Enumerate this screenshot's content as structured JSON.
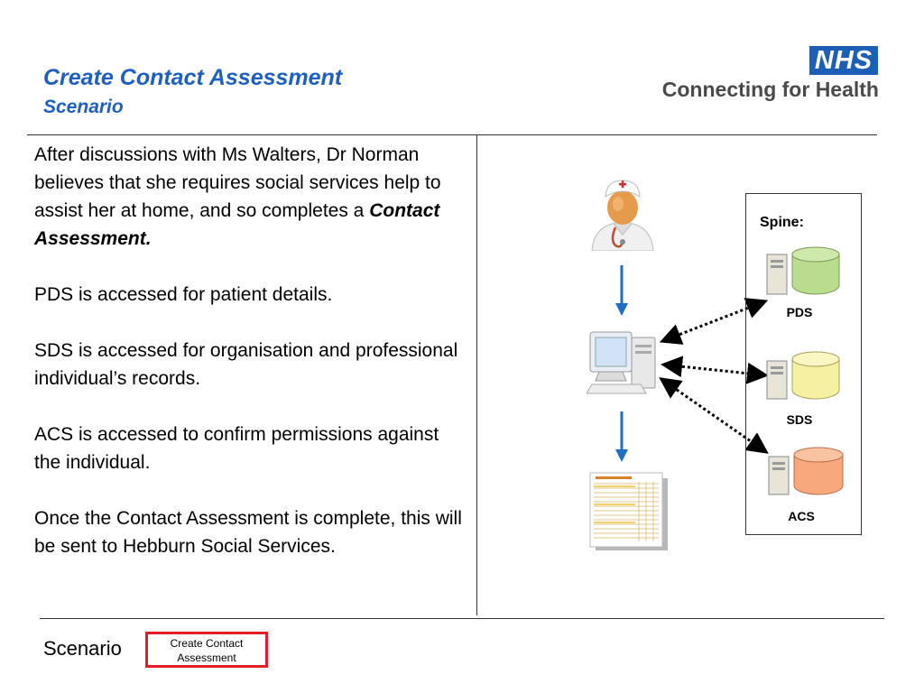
{
  "header": {
    "title": "Create Contact Assessment",
    "subtitle": "Scenario"
  },
  "logo": {
    "badge": "NHS",
    "tagline": "Connecting for Health",
    "badge_color": "#1c5fb5"
  },
  "body": {
    "p1_text": "After discussions with Ms Walters, Dr Norman believes that she requires social services help to assist her at home, and so completes a ",
    "p1_emphasis": "Contact Assessment.",
    "p2": "PDS is accessed for patient details.",
    "p3": "SDS is accessed for organisation and professional individual’s records.",
    "p4": "ACS is accessed to confirm permissions against the individual.",
    "p5": "Once the Contact Assessment is complete, this will be sent to Hebburn Social Services."
  },
  "diagram": {
    "spine_label": "Spine:",
    "databases": [
      {
        "label": "PDS",
        "color": "#b9dc8f"
      },
      {
        "label": "SDS",
        "color": "#f5f1a0"
      },
      {
        "label": "ACS",
        "color": "#f7a87c"
      }
    ],
    "icons": [
      "doctor-icon",
      "computer-icon",
      "document-icon"
    ],
    "arrow_color": "#1f6fc4"
  },
  "footer": {
    "label": "Scenario",
    "button_line1": "Create Contact",
    "button_line2": "Assessment",
    "button_border_color": "#e41e26"
  }
}
